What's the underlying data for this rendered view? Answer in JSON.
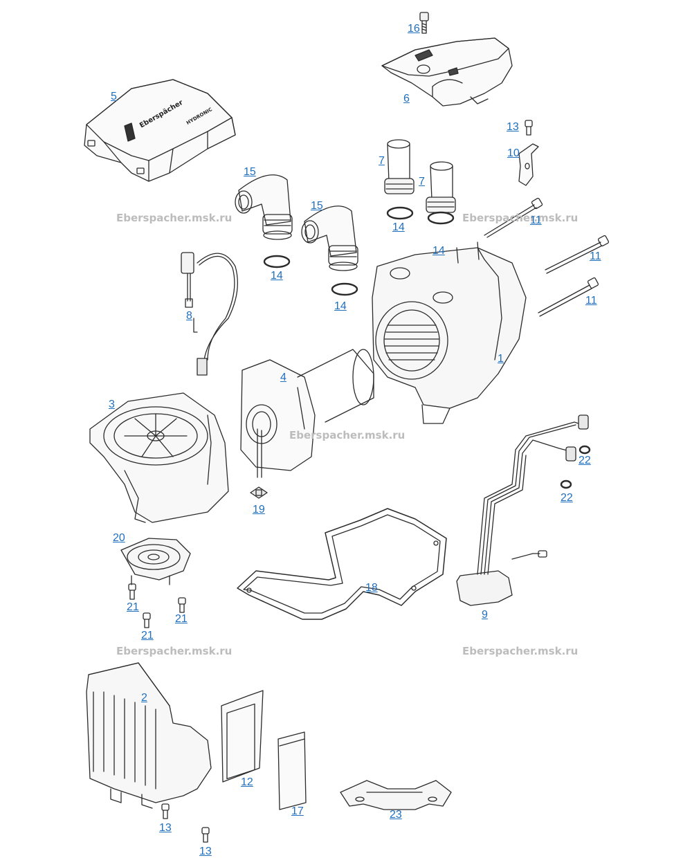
{
  "watermarks": [
    "Eberspacher.msk.ru",
    "Eberspacher.msk.ru",
    "Eberspacher.msk.ru",
    "Eberspacher.msk.ru",
    "Eberspacher.msk.ru"
  ],
  "cover_brand": "Eberspächer",
  "cover_model": "HYDRONIC",
  "part_labels": {
    "p1": "1",
    "p2": "2",
    "p3": "3",
    "p4": "4",
    "p5": "5",
    "p6": "6",
    "p7a": "7",
    "p7b": "7",
    "p8": "8",
    "p9": "9",
    "p10": "10",
    "p11a": "11",
    "p11b": "11",
    "p11c": "11",
    "p12": "12",
    "p13a": "13",
    "p13b": "13",
    "p13c": "13",
    "p14a": "14",
    "p14b": "14",
    "p14c": "14",
    "p14d": "14",
    "p15a": "15",
    "p15b": "15",
    "p16": "16",
    "p17": "17",
    "p18": "18",
    "p19": "19",
    "p20": "20",
    "p21a": "21",
    "p21b": "21",
    "p21c": "21",
    "p22a": "22",
    "p22b": "22",
    "p23": "23"
  }
}
